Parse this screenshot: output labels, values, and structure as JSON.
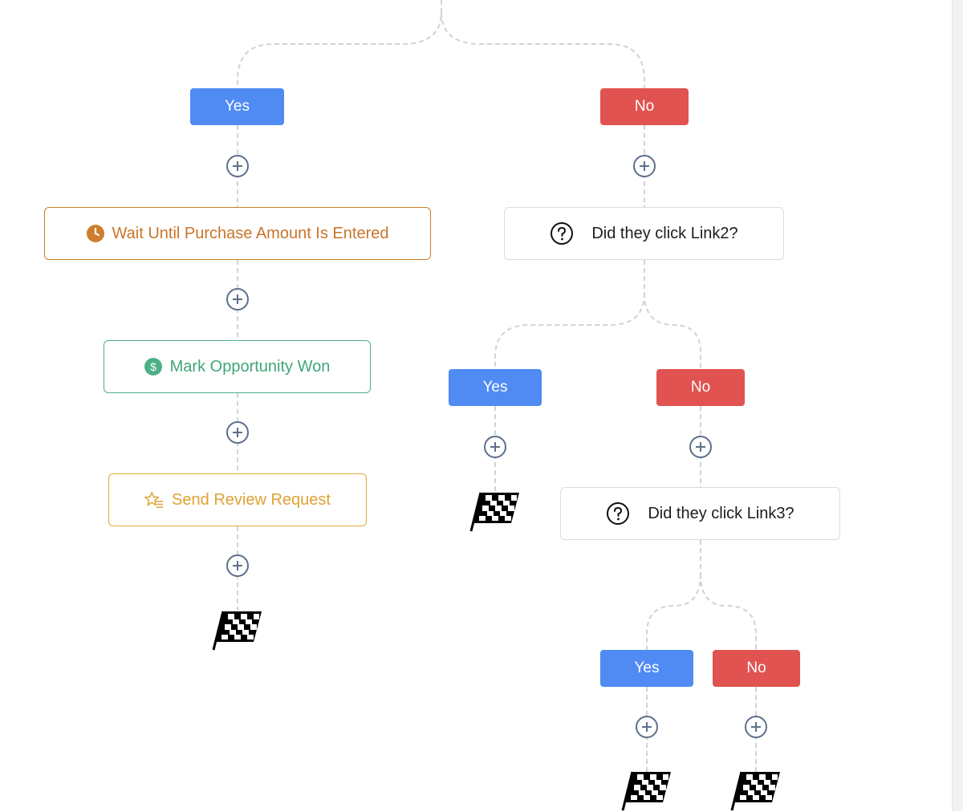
{
  "branch_labels": {
    "b1": "Yes",
    "b2": "No",
    "b3": "Yes",
    "b4": "No",
    "b5": "Yes",
    "b6": "No"
  },
  "actions": {
    "wait": {
      "label": "Wait Until Purchase Amount Is Entered",
      "icon": "clock-icon",
      "color": "#c9742a"
    },
    "won": {
      "label": "Mark Opportunity Won",
      "icon": "dollar-icon",
      "color": "#3fa678"
    },
    "review": {
      "label": "Send Review Request",
      "icon": "star-list-icon",
      "color": "#e0a234"
    }
  },
  "conditions": {
    "link2": {
      "label": "Did they click Link2?",
      "icon": "question-circle-icon"
    },
    "link3": {
      "label": "Did they click Link3?",
      "icon": "question-circle-icon"
    }
  },
  "end_icon": "checkered-flag-icon",
  "add_icon": "plus-circle-icon",
  "colors": {
    "yes": "#4f8bf3",
    "no": "#e05350",
    "connector": "#cfd3d8",
    "add_button": "#5d6f8a"
  }
}
